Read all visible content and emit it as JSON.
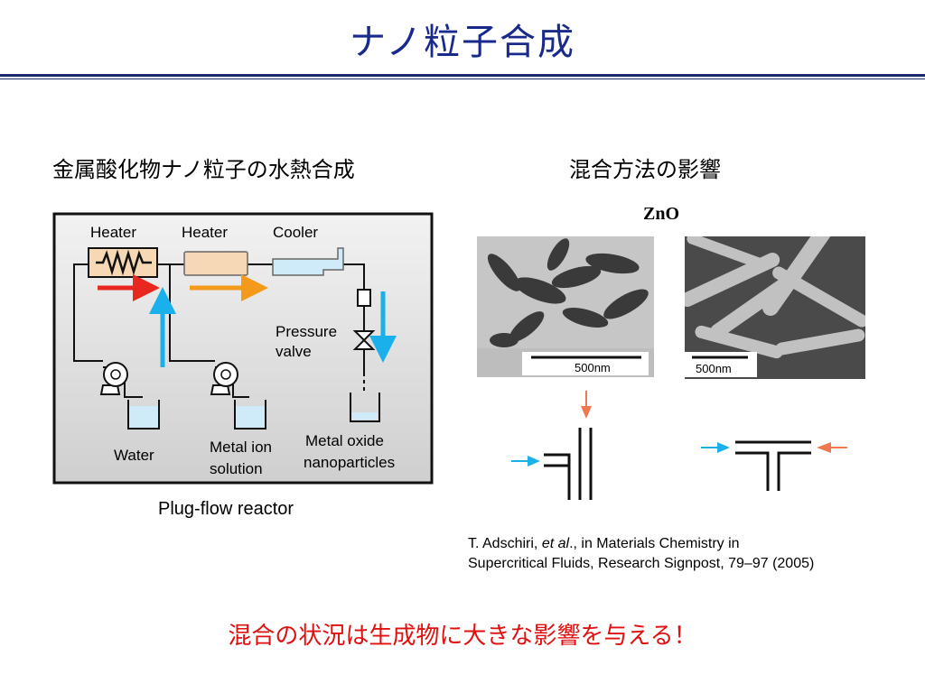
{
  "slide": {
    "title": "ナノ粒子合成",
    "left_heading": "金属酸化物ナノ粒子の水熱合成",
    "right_heading": "混合方法の影響",
    "zno_label": "ZnO",
    "conclusion": "混合の状況は生成物に大きな影響を与える！"
  },
  "reactor": {
    "caption": "Plug-flow reactor",
    "labels": {
      "heater1": "Heater",
      "heater2": "Heater",
      "cooler": "Cooler",
      "pressure_line1": "Pressure",
      "pressure_line2": "valve",
      "water": "Water",
      "metal_ion_line1": "Metal ion",
      "metal_ion_line2": "solution",
      "metal_oxide_line1": "Metal oxide",
      "metal_oxide_line2": "nanoparticles"
    }
  },
  "micrographs": {
    "scale1": "500nm",
    "scale2": "500nm"
  },
  "citation": {
    "authors": "T. Adschiri, ",
    "etal": "et al",
    "rest1": "., in Materials Chemistry in",
    "line2": "Supercritical Fluids, Research Signpost, 79–97 (2005)"
  },
  "colors": {
    "title": "#1a2a8c",
    "conclusion": "#e01010",
    "arrow_red": "#e8281e",
    "arrow_orange": "#f39a1a",
    "arrow_blue": "#1ab0ec",
    "arrow_salmon": "#f07850"
  }
}
